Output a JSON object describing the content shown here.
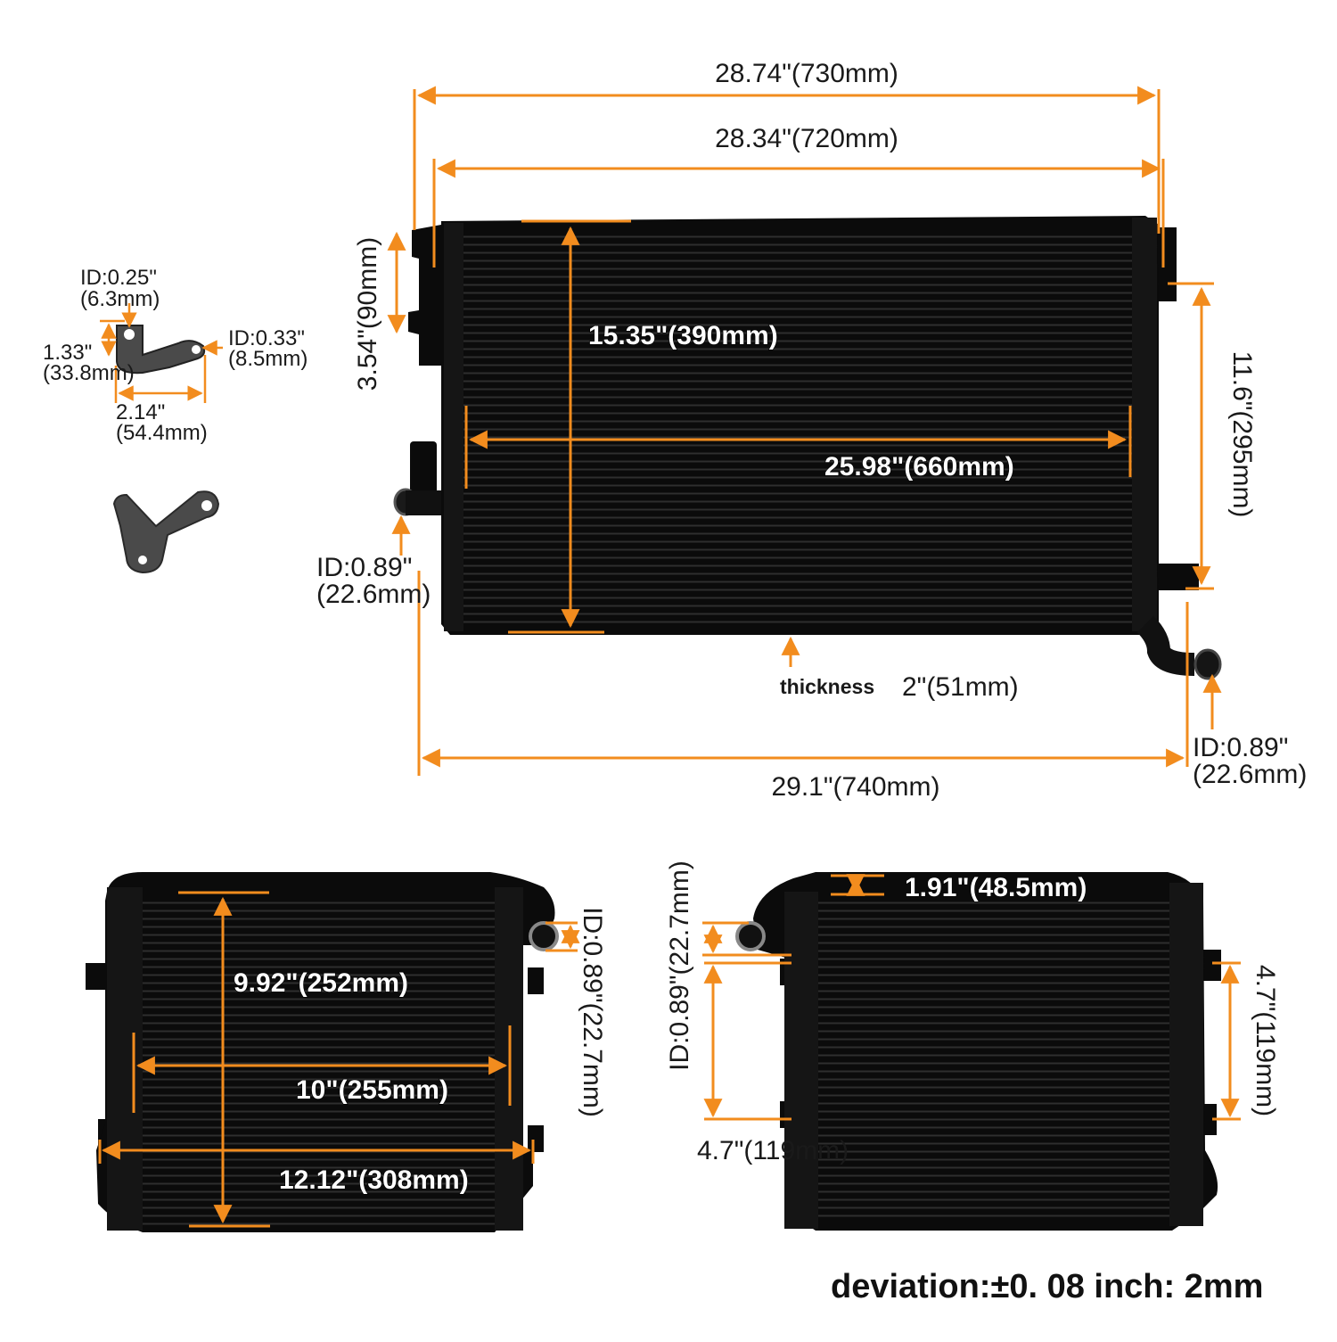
{
  "colors": {
    "accent": "#f28c1e",
    "product": "#0b0b0b",
    "fin": "#2b2b2b",
    "text": "#1a1a1a"
  },
  "main": {
    "overall_width_top": "28.74\"(730mm)",
    "core_width_top": "28.34\"(720mm)",
    "bracket_height": "3.54\"(90mm)",
    "core_height": "15.35\"(390mm)",
    "core_width_inner": "25.98\"(660mm)",
    "mount_spacing": "11.6\"(295mm)",
    "inlet_id": [
      "ID:0.89\"",
      "(22.6mm)"
    ],
    "outlet_id": [
      "ID:0.89\"",
      "(22.6mm)"
    ],
    "thickness_label": "thickness",
    "thickness_value": "2\"(51mm)",
    "overall_width_bottom": "29.1\"(740mm)"
  },
  "bracket": {
    "id_small": [
      "ID:0.25\"",
      "(6.3mm)"
    ],
    "height": [
      "1.33\"",
      "(33.8mm)"
    ],
    "id_large": [
      "ID:0.33\"",
      "(8.5mm)"
    ],
    "length": [
      "2.14\"",
      "(54.4mm)"
    ]
  },
  "left_cooler": {
    "height": "9.92\"(252mm)",
    "core_width": "10\"(255mm)",
    "overall_width": "12.12\"(308mm)",
    "port_id": "ID:0.89\"(22.7mm)"
  },
  "right_cooler": {
    "port_offset": "1.91\"(48.5mm)",
    "port_id": "ID:0.89\"(22.7mm)",
    "mount_spacing_right": "4.7\"(119mm)",
    "mount_spacing_left": "4.7\"(119mm)"
  },
  "footer": {
    "deviation": "deviation:±0. 08 inch: 2mm"
  }
}
